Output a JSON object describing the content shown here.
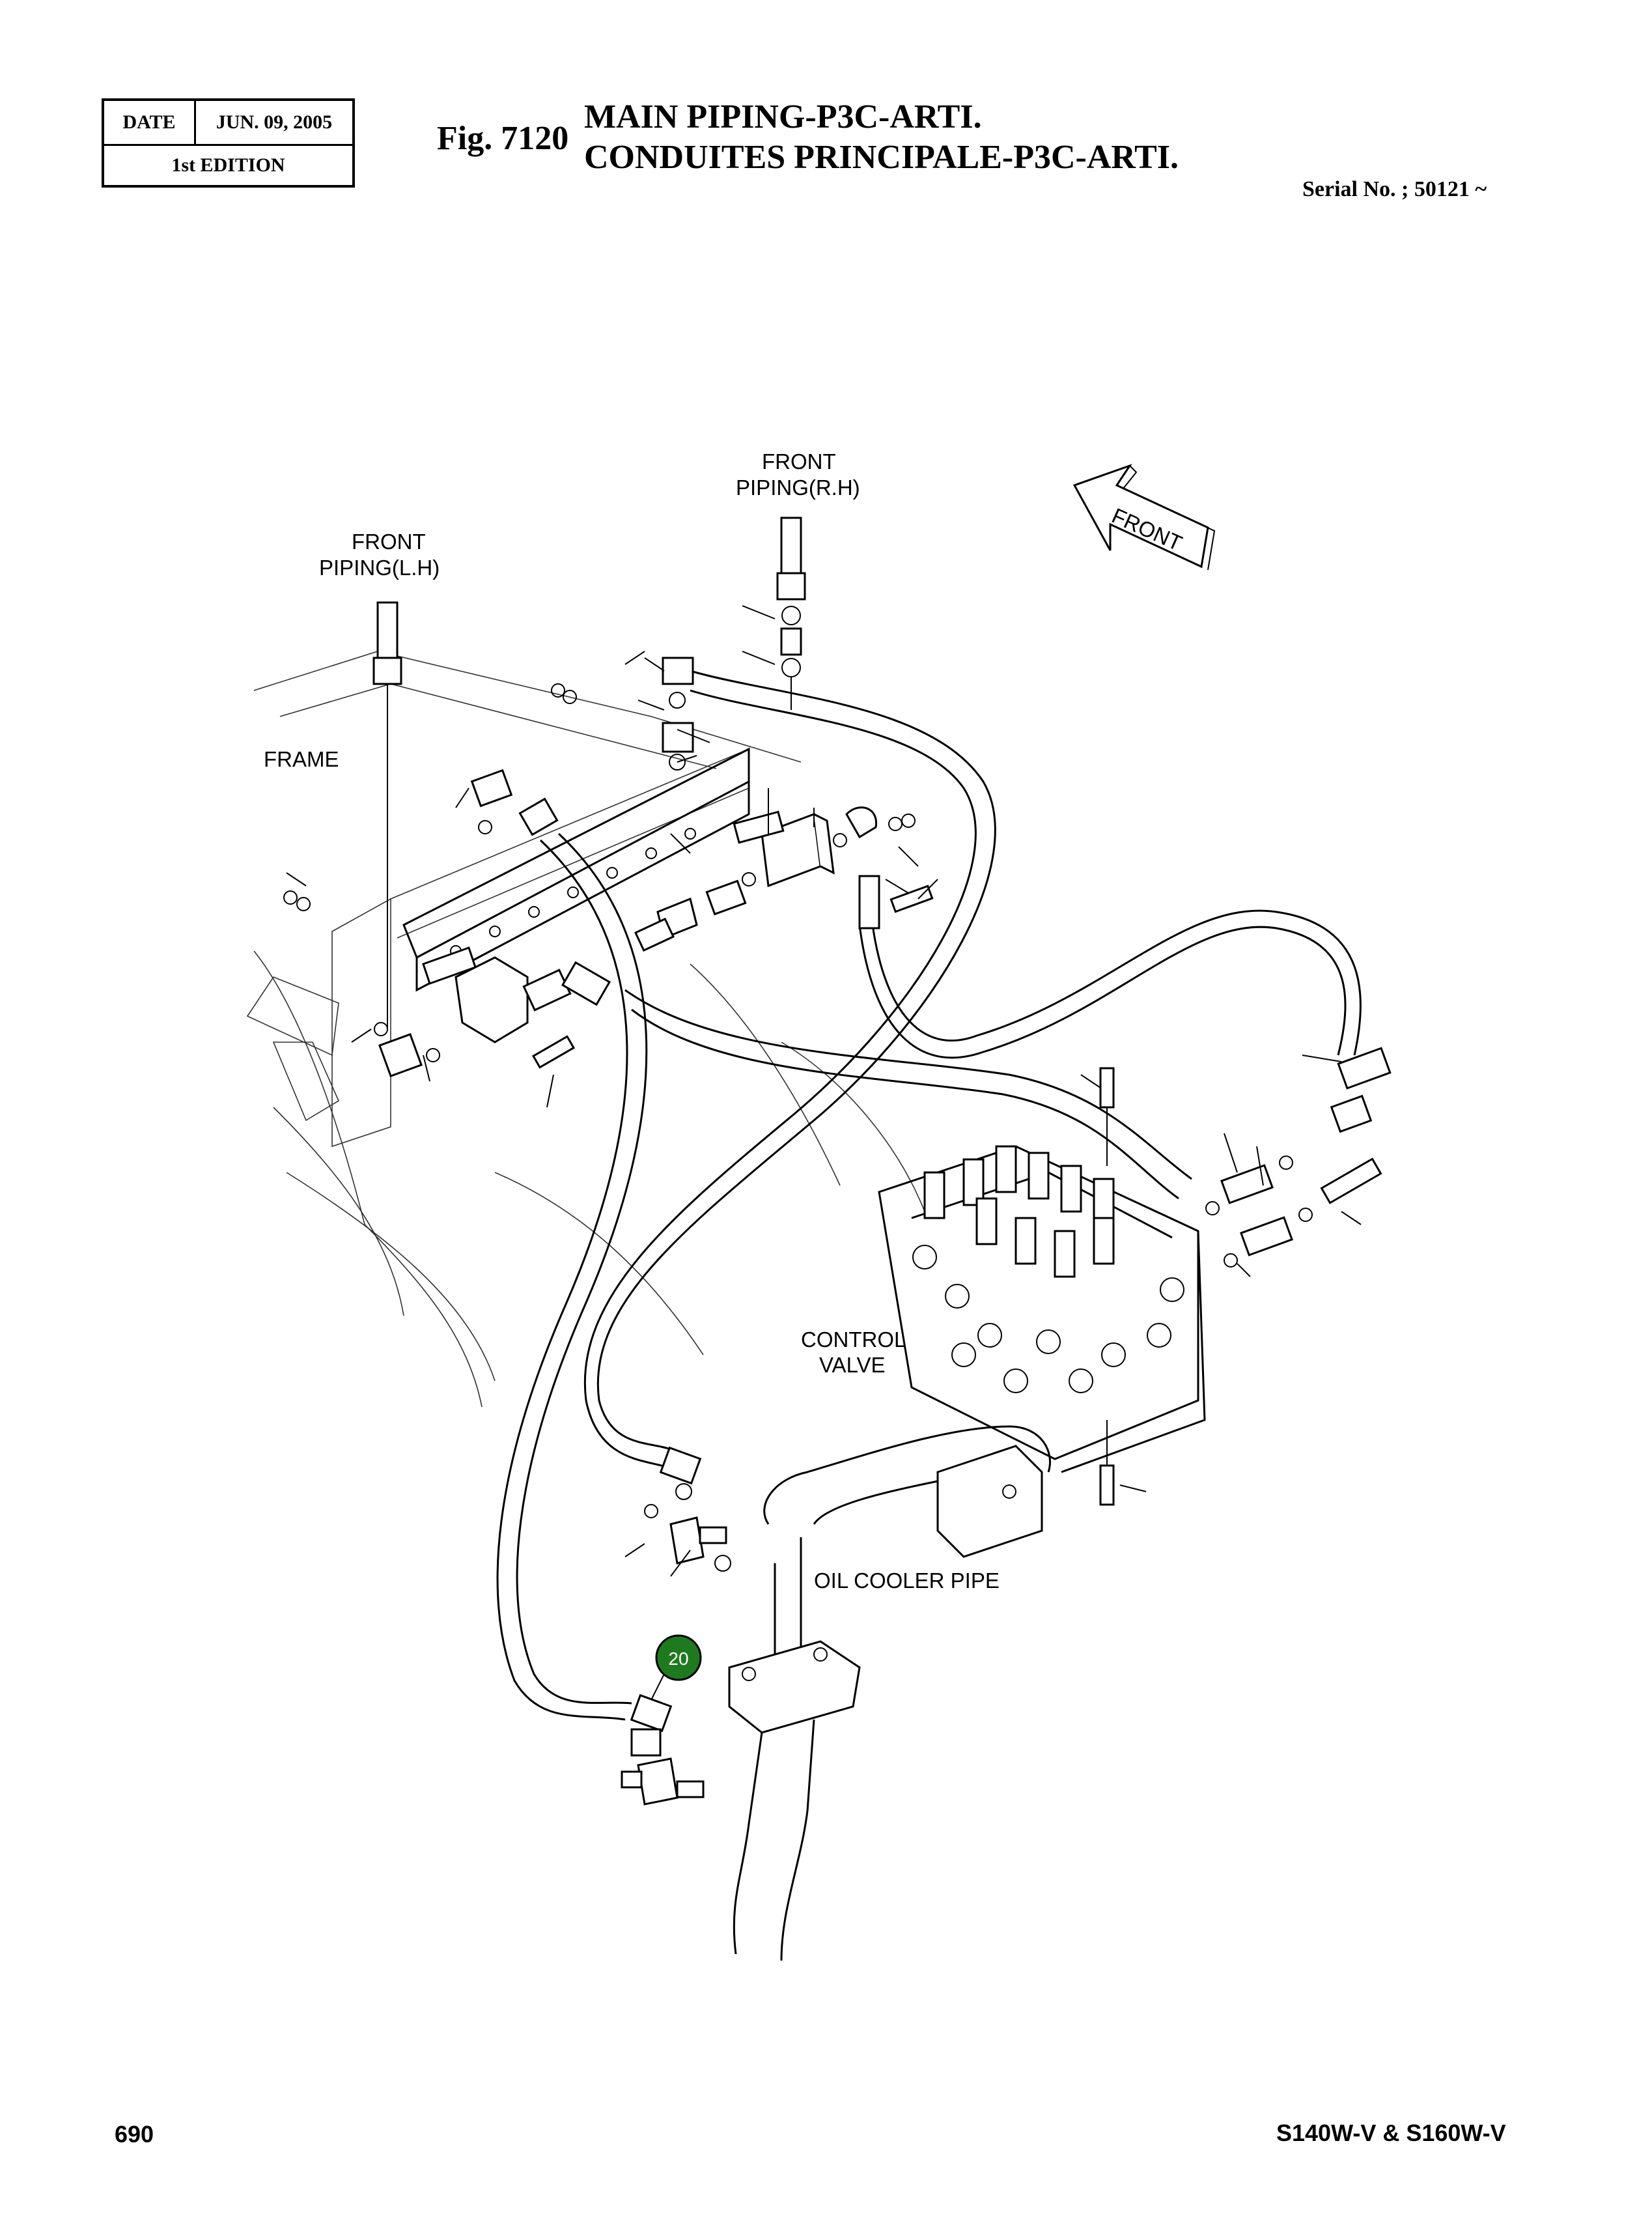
{
  "header": {
    "date_label": "DATE",
    "date_value": "JUN. 09, 2005",
    "edition": "1st EDITION",
    "fig_number": "Fig. 7120",
    "title_en": "MAIN PIPING-P3C-ARTI.",
    "title_fr": "CONDUITES PRINCIPALE-P3C-ARTI.",
    "serial": "Serial No. ; 50121 ~"
  },
  "diagram": {
    "labels": {
      "front_rh_line1": "FRONT",
      "front_rh_line2": "PIPING(R.H)",
      "front_lh_line1": "FRONT",
      "front_lh_line2": "PIPING(L.H)",
      "frame": "FRAME",
      "control_valve_line1": "CONTROL",
      "control_valve_line2": "VALVE",
      "oil_cooler_pipe": "OIL COOLER PIPE",
      "front_arrow": "FRONT"
    },
    "callout": {
      "number": "20",
      "color": "#1f7a1f"
    }
  },
  "footer": {
    "page_number": "690",
    "model": "S140W-V & S160W-V"
  }
}
